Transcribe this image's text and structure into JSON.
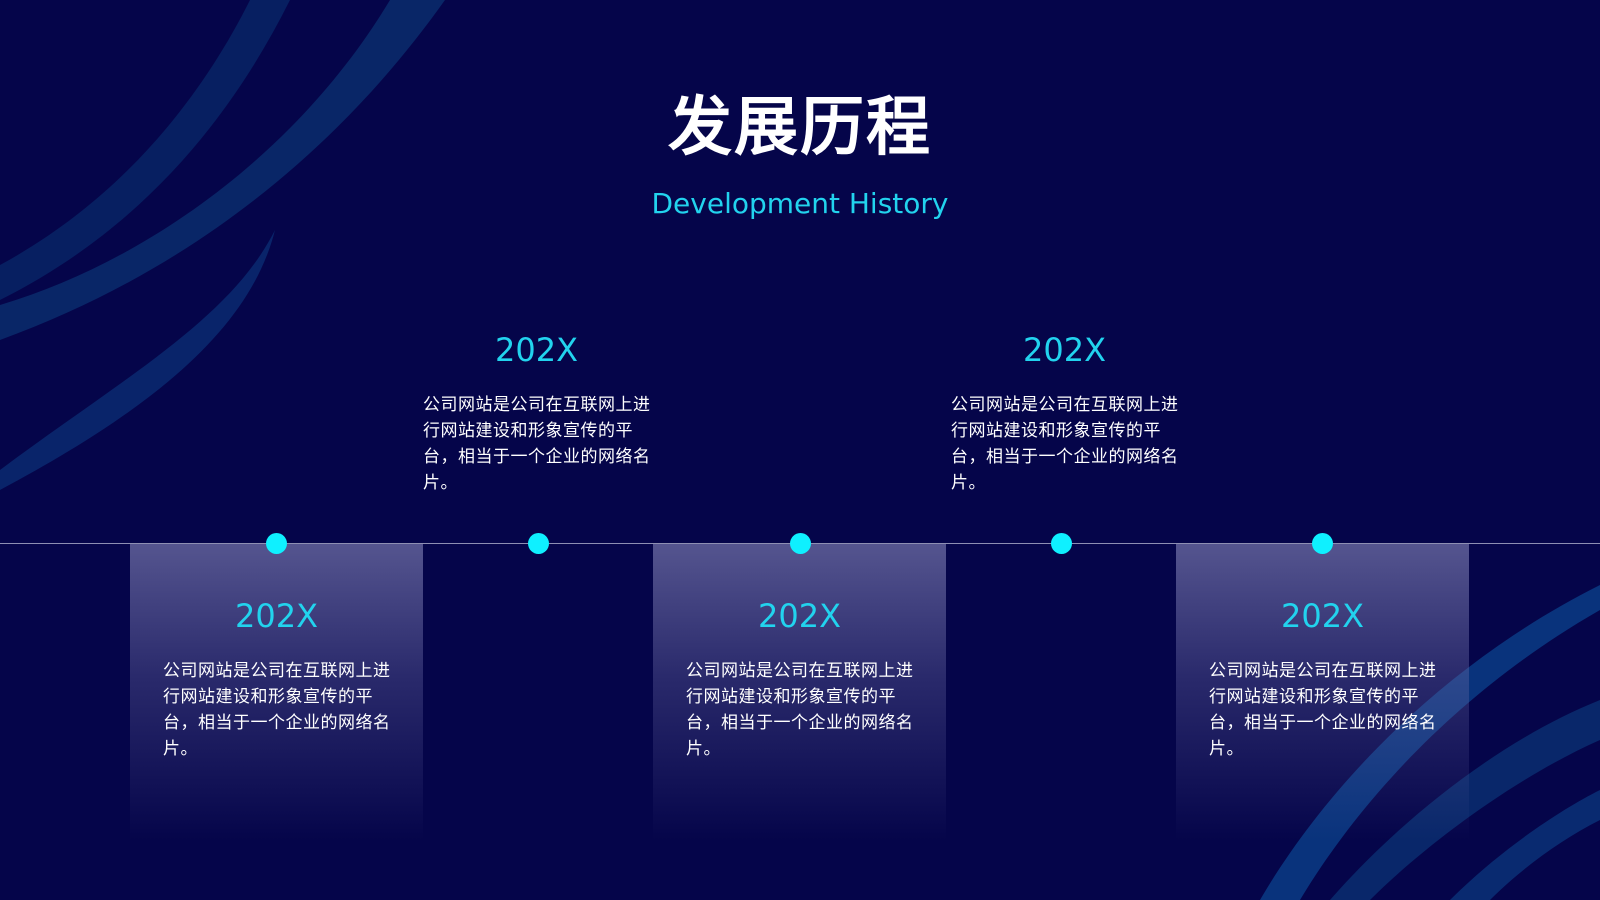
{
  "header": {
    "title": "发展历程",
    "subtitle": "Development History"
  },
  "milestones": [
    {
      "year": "202X",
      "text": "公司网站是公司在互联网上进行网站建设和形象宣传的平台，相当于一个企业的网络名片。",
      "position": "below"
    },
    {
      "year": "202X",
      "text": "公司网站是公司在互联网上进行网站建设和形象宣传的平台，相当于一个企业的网络名片。",
      "position": "above"
    },
    {
      "year": "202X",
      "text": "公司网站是公司在互联网上进行网站建设和形象宣传的平台，相当于一个企业的网络名片。",
      "position": "below"
    },
    {
      "year": "202X",
      "text": "公司网站是公司在互联网上进行网站建设和形象宣传的平台，相当于一个企业的网络名片。",
      "position": "above"
    },
    {
      "year": "202X",
      "text": "公司网站是公司在互联网上进行网站建设和形象宣传的平台，相当于一个企业的网络名片。",
      "position": "below"
    }
  ],
  "colors": {
    "background": "#05054a",
    "accent": "#22d3ee",
    "dot": "#0ff0ff",
    "text": "#ffffff",
    "line": "#8e8fb3"
  }
}
